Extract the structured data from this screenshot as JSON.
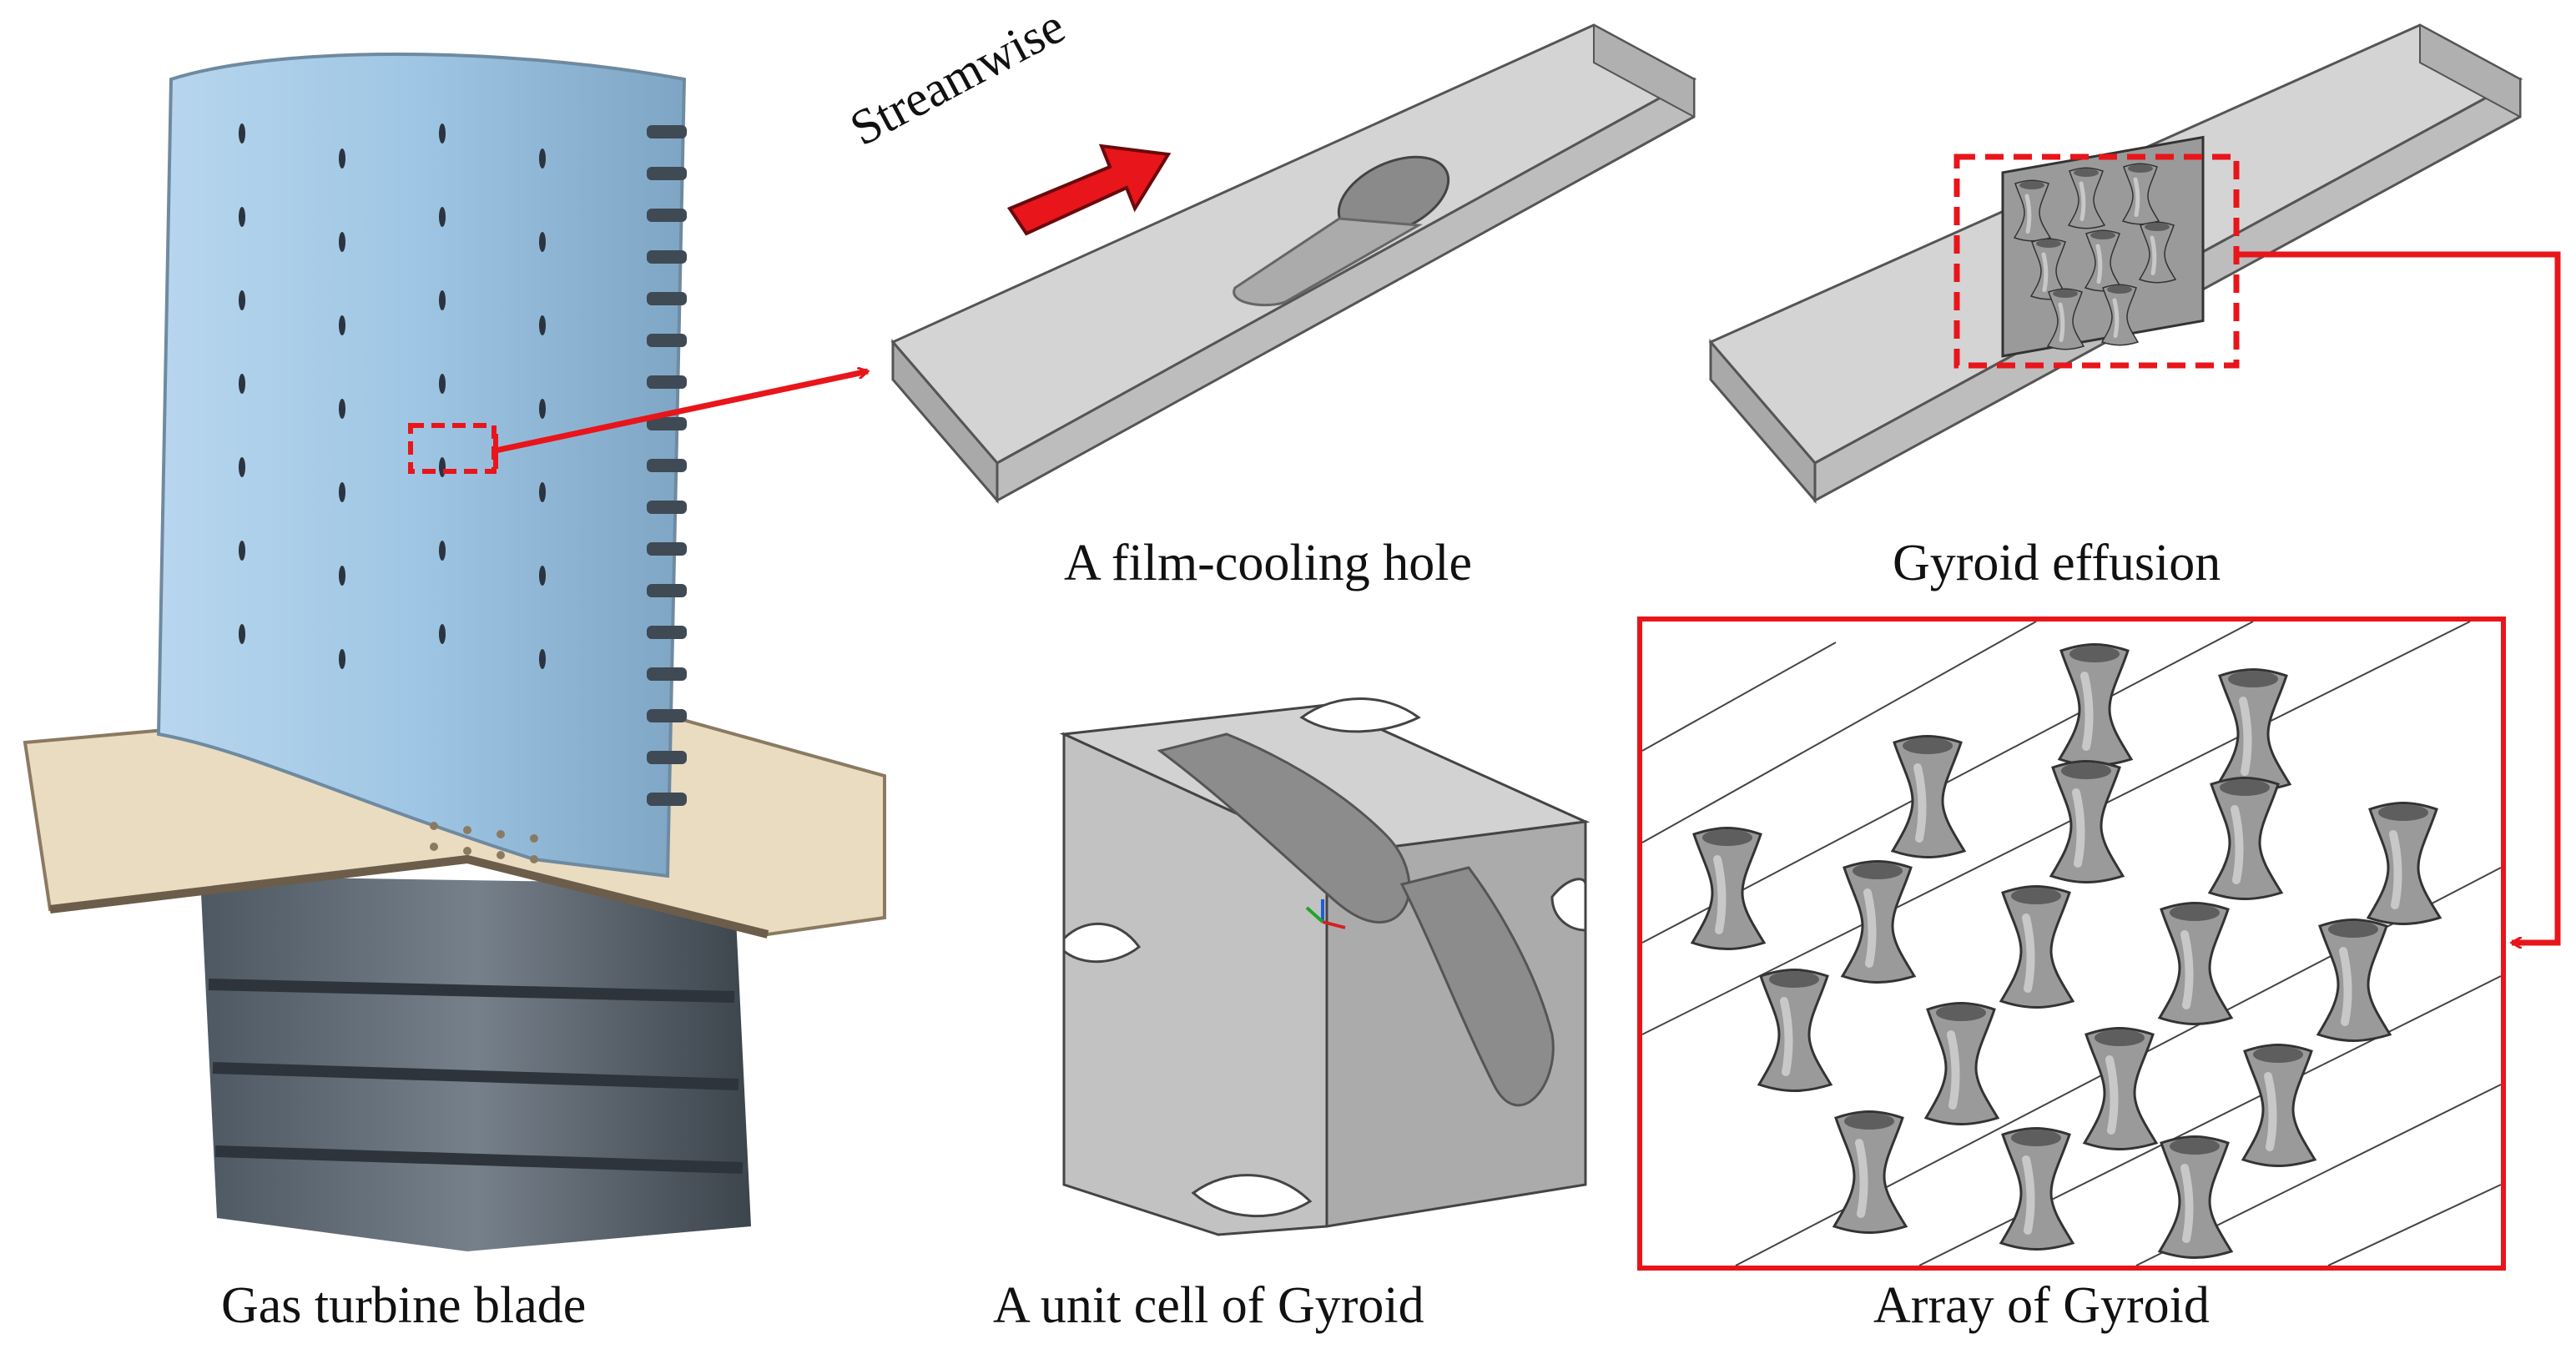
{
  "figure": {
    "streamwise_label": "Streamwise",
    "panels": [
      {
        "id": "blade",
        "caption": "Gas turbine blade"
      },
      {
        "id": "hole",
        "caption": "A film-cooling hole"
      },
      {
        "id": "effusion",
        "caption": "Gyroid effusion"
      },
      {
        "id": "unit-cell",
        "caption": "A unit cell of Gyroid"
      },
      {
        "id": "array",
        "caption": "Array of Gyroid"
      }
    ],
    "colors": {
      "highlight": "#e8151b",
      "blade": "#9ec6e4",
      "platform": "#eadcc0",
      "shank": "#5d6670",
      "plate": "#d4d4d4",
      "gyroid": "#9a9a9a"
    }
  }
}
